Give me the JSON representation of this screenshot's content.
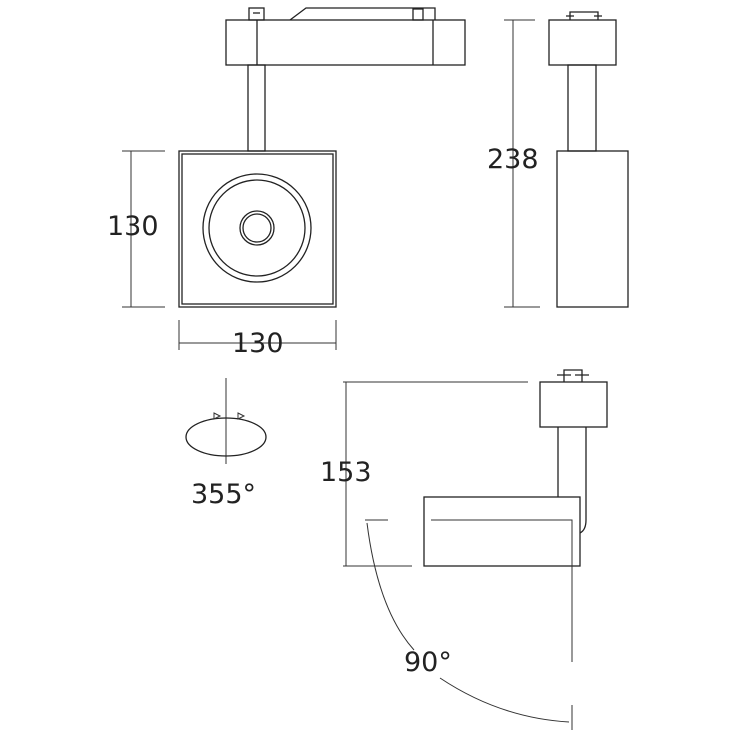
{
  "dimensions": {
    "front_height": "130",
    "front_width": "130",
    "side_height": "238",
    "rotation": "355°",
    "tilt_height": "153",
    "tilt_angle": "90°"
  },
  "colors": {
    "line": "#222222",
    "background": "#ffffff"
  }
}
